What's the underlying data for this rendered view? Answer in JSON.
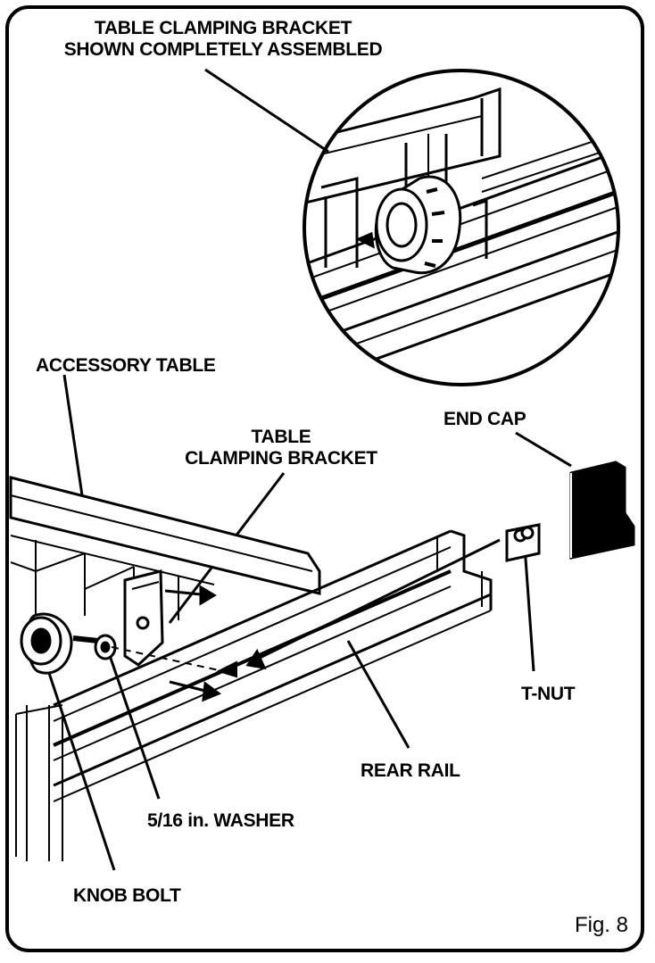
{
  "labels": {
    "assembled_line1": "TABLE CLAMPING BRACKET",
    "assembled_line2": "SHOWN COMPLETELY ASSEMBLED",
    "accessory_table": "ACCESSORY TABLE",
    "end_cap": "END CAP",
    "bracket_line1": "TABLE",
    "bracket_line2": "CLAMPING BRACKET",
    "t_nut": "T-NUT",
    "rear_rail": "REAR RAIL",
    "washer": "5/16 in. WASHER",
    "knob_bolt": "KNOB BOLT"
  },
  "figure_label": "Fig. 8",
  "colors": {
    "ink": "#000000",
    "paper": "#ffffff"
  }
}
